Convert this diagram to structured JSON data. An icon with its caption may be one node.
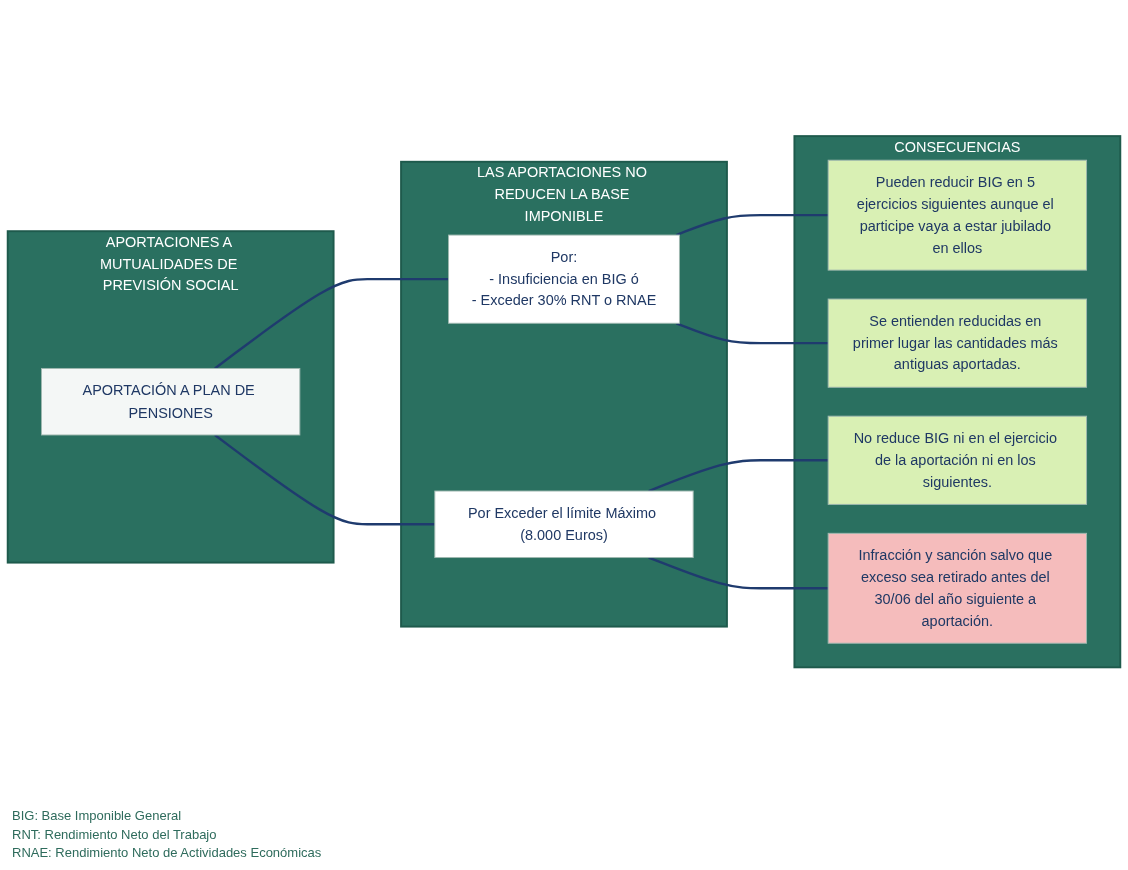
{
  "diagram": {
    "nodes": [
      {
        "text": [
          "APORTACIONES A MUTUALIDADES DE PREVISIÓN SOCIAL"
        ]
      },
      {
        "text": [
          "LAS APORTACIONES NO REDUCEN LA BASE IMPONIBLE"
        ]
      },
      {
        "text": [
          "CONSECUENCIAS"
        ]
      },
      {
        "text": [
          "APORTACIÓN A PLAN DE PENSIONES"
        ],
        "in": 0
      },
      {
        "text": [
          "Por:",
          "- Insuficiencia en BIG ó",
          "- Exceder 30% RNT o RNAE"
        ],
        "in": 1
      },
      {
        "text": [
          "Por Exceder el límite Máximo (8.000 Euros)"
        ],
        "in": 1
      },
      {
        "text": [
          "Pueden reducir BIG en 5 ejercicios siguientes aunque el participe vaya a estar jubilado en ellos"
        ],
        "in": 2
      },
      {
        "text": [
          "Se entienden reducidas en primer lugar las cantidades más antiguas aportadas."
        ],
        "in": 2
      },
      {
        "text": [
          "No reduce BIG ni en el ejercicio de la aportación ni en los siguientes."
        ],
        "in": 2
      },
      {
        "text": [
          "Infracción y sanción salvo que exceso sea retirado antes del 30/06 del año siguiente a aportación."
        ],
        "in": 2
      }
    ],
    "edges": [
      {
        "from": 3,
        "to": 4,
        "arrow": "none"
      },
      {
        "from": 3,
        "to": 5,
        "arrow": "none"
      },
      {
        "from": 4,
        "to": 6,
        "arrow": "none"
      },
      {
        "from": 4,
        "to": 7,
        "arrow": "none"
      },
      {
        "from": 5,
        "to": 8,
        "arrow": "none"
      },
      {
        "from": 5,
        "to": 9,
        "arrow": "none"
      }
    ],
    "labels": [
      "BIG: Base Imponible General",
      "RNT: Rendimiento Neto del Trabajo",
      "RNAE: Rendimiento Neto de Actividades Económicas"
    ]
  }
}
